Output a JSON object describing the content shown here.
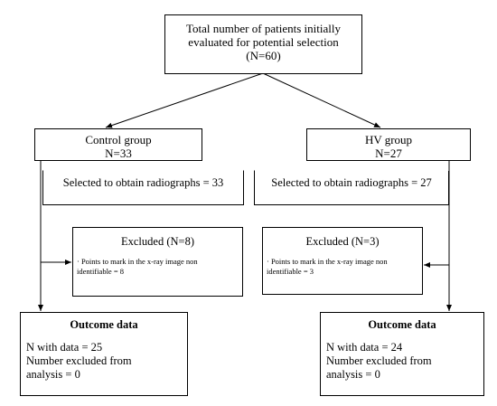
{
  "top": {
    "line1": "Total number of patients initially",
    "line2": "evaluated for potential selection",
    "line3": "(N=60)"
  },
  "control": {
    "group_label": "Control group",
    "group_n": "N=33",
    "selected": "Selected to obtain radiographs = 33",
    "excluded_title": "Excluded (N=8)",
    "excluded_detail_1": "· Points to mark in the x-ray image non",
    "excluded_detail_2": "identifiable = 8",
    "outcome_title": "Outcome data",
    "outcome_line1": "N with data = 25",
    "outcome_line2": "Number excluded from",
    "outcome_line3": "analysis = 0"
  },
  "hv": {
    "group_label": "HV group",
    "group_n": "N=27",
    "selected": "Selected to obtain radiographs = 27",
    "excluded_title": "Excluded (N=3)",
    "excluded_detail_1": "· Points to mark in the x-ray image non",
    "excluded_detail_2": "identifiable = 3",
    "outcome_title": "Outcome data",
    "outcome_line1": "N with data = 24",
    "outcome_line2": "Number excluded from",
    "outcome_line3": "analysis = 0"
  }
}
